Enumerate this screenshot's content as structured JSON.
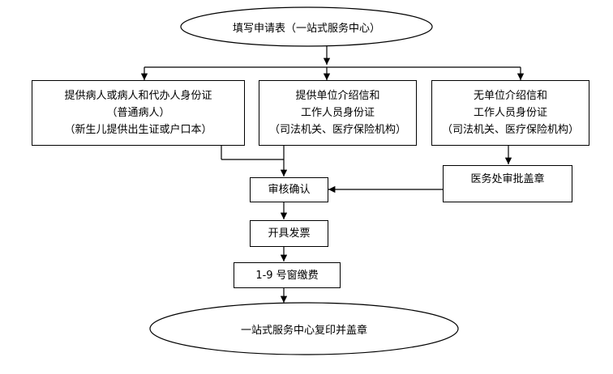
{
  "start": {
    "label": "填写申请表（一站式服务中心）"
  },
  "branches": [
    {
      "lines": [
        "提供病人或病人和代办人身份证",
        "（普通病人）",
        "（新生儿提供出生证或户口本）"
      ]
    },
    {
      "lines": [
        "提供单位介绍信和",
        "工作人员身份证",
        "（司法机关、医疗保险机构）"
      ]
    },
    {
      "lines": [
        "无单位介绍信和",
        "工作人员身份证",
        "（司法机关、医疗保险机构）"
      ]
    }
  ],
  "approval": {
    "label": "医务处审批盖章"
  },
  "review": {
    "label": "审核确认"
  },
  "invoice": {
    "label": "开具发票"
  },
  "payment": {
    "label": "1-9 号窗缴费"
  },
  "end": {
    "label": "一站式服务中心复印并盖章"
  }
}
